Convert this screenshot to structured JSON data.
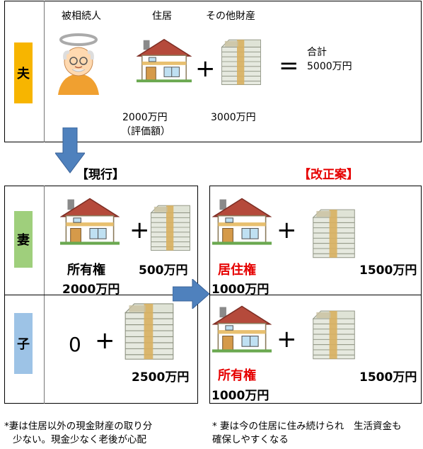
{
  "colors": {
    "husband_tag": "#f7b500",
    "wife_tag": "#9fcf7c",
    "child_tag": "#9dc3e6",
    "arrow": "#4f81bd",
    "red": "#e60000"
  },
  "icons": [
    "angel-grandpa-icon",
    "house-icon",
    "money-stack-icon",
    "arrow-down-icon",
    "arrow-right-icon"
  ],
  "husband": {
    "tag": "夫",
    "deceased_label": "被相続人",
    "home_label": "住居",
    "other_label": "その他財産",
    "plus": "+",
    "equals": "=",
    "total_line1": "合計",
    "total_line2": "5000万円",
    "home_value": "2000万円",
    "home_note": "（評価額）",
    "other_value": "3000万円"
  },
  "current": {
    "heading": "【現行】"
  },
  "reform": {
    "heading": "【改正案】"
  },
  "wife": {
    "tag": "妻",
    "current": {
      "right": "所有権",
      "right_value": "2000万円",
      "plus": "+",
      "money": "500万円"
    },
    "reform": {
      "right": "居住権",
      "right_value": "1000万円",
      "plus": "+",
      "money": "1500万円"
    }
  },
  "child": {
    "tag": "子",
    "current": {
      "zero": "0",
      "plus": "+",
      "money": "2500万円"
    },
    "reform": {
      "right": "所有権",
      "right_value": "1000万円",
      "plus": "+",
      "money": "1500万円"
    }
  },
  "notes": {
    "left_line1": "*妻は住居以外の現金財産の取り分",
    "left_line2": "少ない。現金少なく老後が心配",
    "right_line1": "* 妻は今の住居に住み続けられ　生活資金も",
    "right_line2": "確保しやすくなる"
  }
}
